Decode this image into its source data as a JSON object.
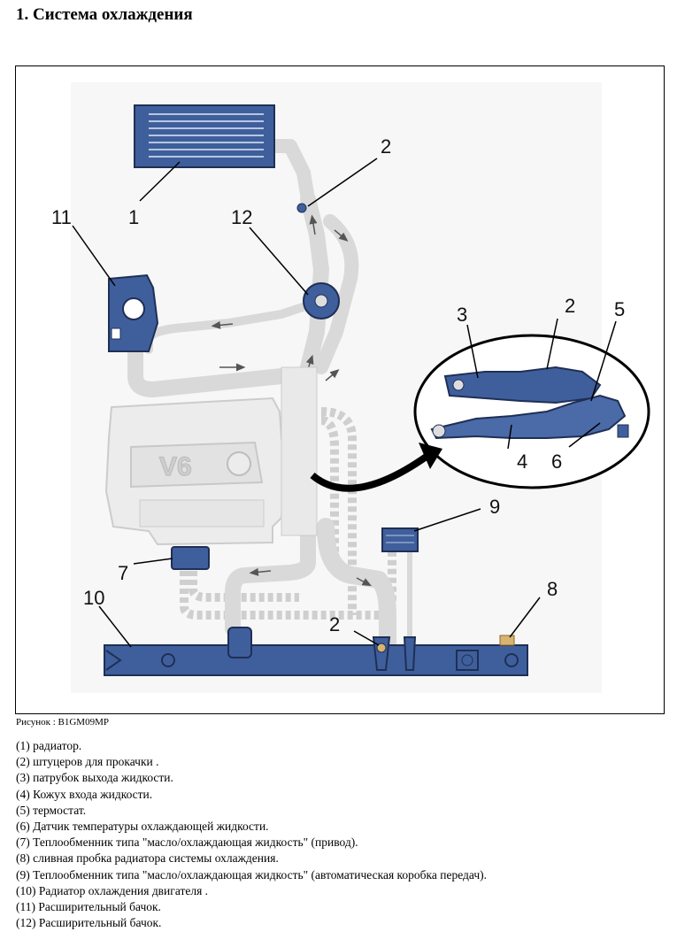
{
  "title": "1. Система охлаждения",
  "figure": {
    "caption": "Рисунок : B1GM09MP",
    "engine_badge": "V6",
    "callouts": [
      "1",
      "2",
      "11",
      "12",
      "3",
      "2",
      "5",
      "4",
      "6",
      "9",
      "7",
      "8",
      "10",
      "2"
    ]
  },
  "legend": [
    "(1) радиатор.",
    "(2) штуцеров для прокачки .",
    "(3) патрубок выхода жидкости.",
    "(4) Кожух входа жидкости.",
    "(5) термостат.",
    "(6) Датчик температуры охлаждающей жидкости.",
    "(7) Теплообменник типа \"масло/охлаждающая жидкость\" (привод).",
    "(8) сливная пробка радиатора системы охлаждения.",
    "(9) Теплообменник типа \"масло/охлаждающая жидкость\" (автоматическая коробка передач).",
    "(10) Радиатор охлаждения двигателя .",
    "(11) Расширительный бачок.",
    "(12) Расширительный бачок."
  ],
  "colors": {
    "component_blue": "#3f5f9c",
    "hose_gray": "#d9d9d9",
    "engine_gray": "#ececec"
  }
}
